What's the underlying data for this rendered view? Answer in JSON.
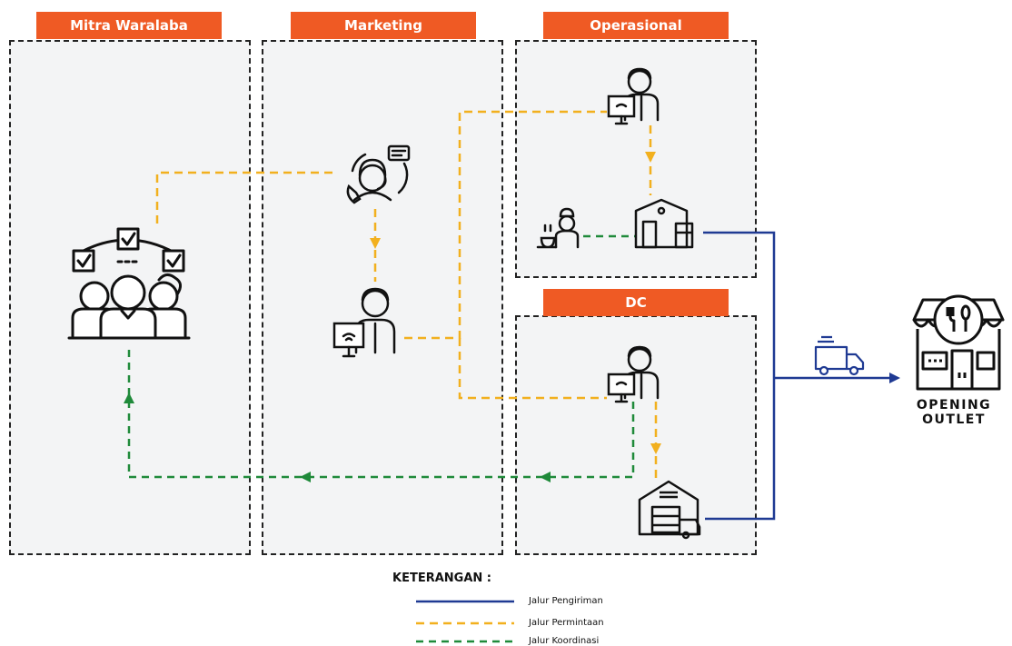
{
  "lanes": {
    "mitra": "Mitra Waralaba",
    "marketing": "Marketing",
    "operasional": "Operasional",
    "dc": "DC"
  },
  "nodes": {
    "franchise_partners": "franchise-partners-icon",
    "call_center": "customer-service-icon",
    "marketing_staff": "staff-computer-icon",
    "ops_staff": "staff-computer-icon",
    "ops_store": "store-building-icon",
    "chef": "chef-icon",
    "dc_staff": "staff-computer-icon",
    "warehouse": "warehouse-icon",
    "truck": "delivery-truck-icon",
    "outlet": "shop-outlet-icon"
  },
  "outlet": {
    "line1": "OPENING",
    "line2": "OUTLET"
  },
  "legend": {
    "title": "KETERANGAN :",
    "items": [
      {
        "label": "Jalur Pengiriman",
        "style": "solid",
        "color": "#1f3a93"
      },
      {
        "label": "Jalur Permintaan",
        "style": "dashed",
        "color": "#f2b01e"
      },
      {
        "label": "Jalur Koordinasi",
        "style": "dashed",
        "color": "#1f8a3a"
      }
    ]
  },
  "colors": {
    "tab": "#ef5a24",
    "delivery": "#1f3a93",
    "request": "#f2b01e",
    "coordination": "#1f8a3a",
    "lane_bg": "#f3f4f5"
  }
}
